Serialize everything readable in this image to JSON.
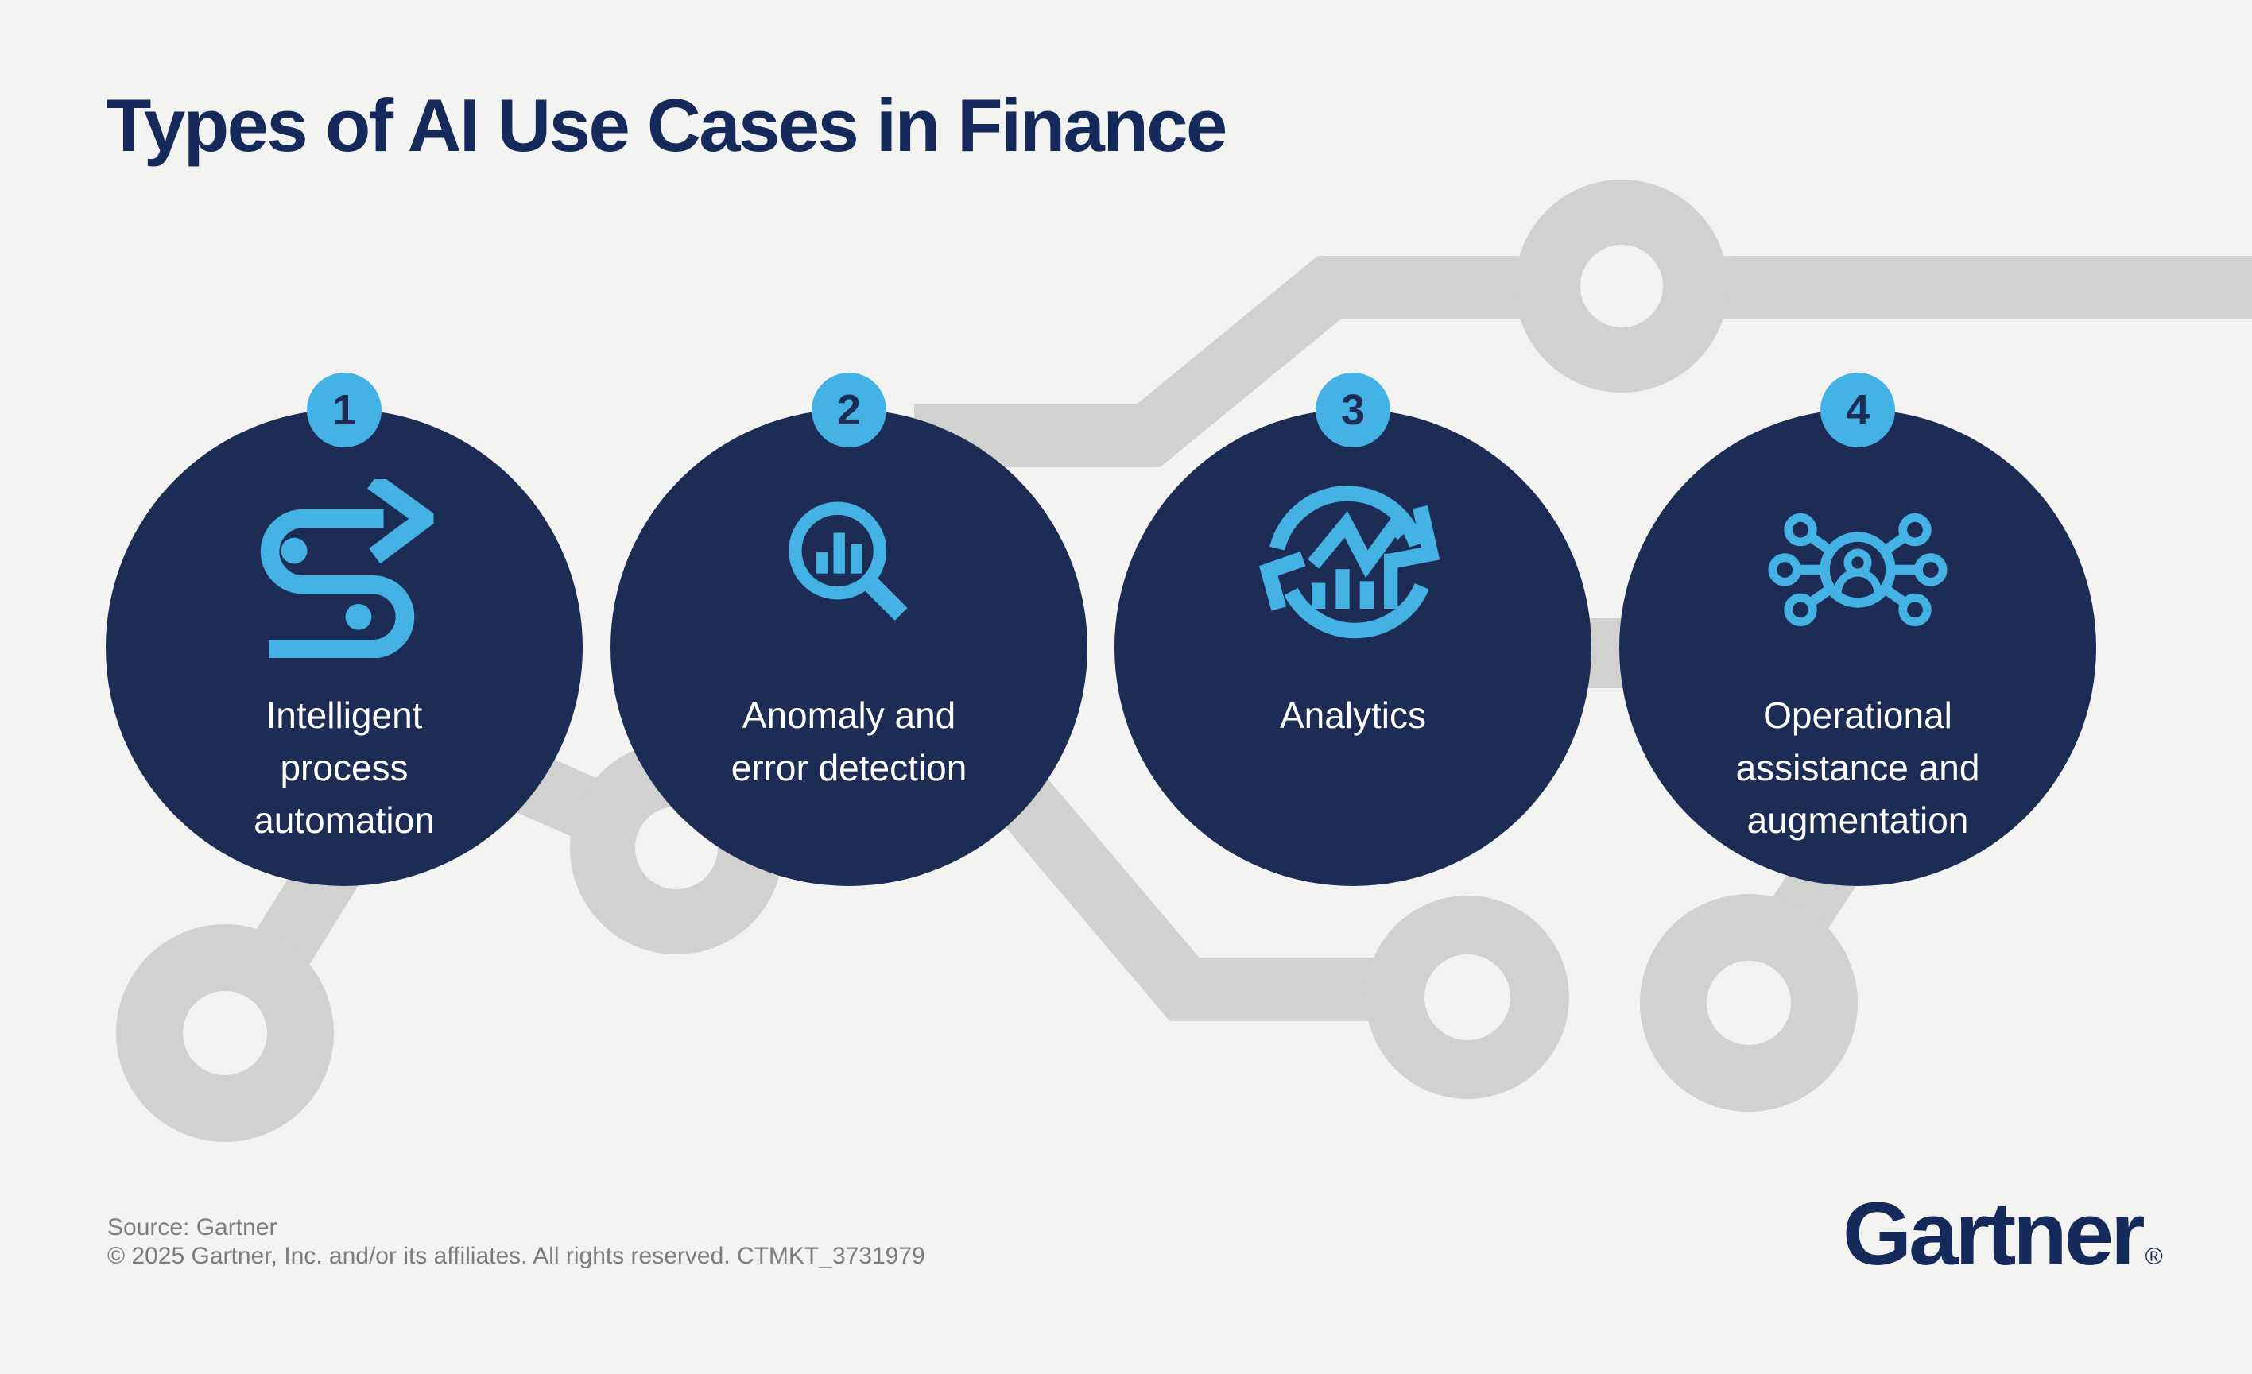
{
  "title": "Types of AI Use Cases in Finance",
  "steps": [
    {
      "number": "1",
      "label_lines": [
        "Intelligent",
        "process",
        "automation"
      ],
      "icon": "process-automation-icon"
    },
    {
      "number": "2",
      "label_lines": [
        "Anomaly and",
        "error detection"
      ],
      "icon": "anomaly-detection-icon"
    },
    {
      "number": "3",
      "label_lines": [
        "Analytics"
      ],
      "icon": "analytics-icon"
    },
    {
      "number": "4",
      "label_lines": [
        "Operational",
        "assistance and",
        "augmentation"
      ],
      "icon": "operational-assistance-icon"
    }
  ],
  "footer": {
    "source": "Source: Gartner",
    "copyright": "© 2025 Gartner, Inc. and/or its affiliates. All rights reserved. CTMKT_3731979"
  },
  "logo": {
    "text": "Gartner",
    "registered": "®"
  },
  "colors": {
    "navy_circle": "#1d2c55",
    "title_navy": "#15295a",
    "light_blue": "#44b2e4",
    "circuit_gray": "#d1d1d0",
    "background": "#f3f4f2",
    "footer_gray": "#7b7e80",
    "label_white": "#ffffff"
  }
}
